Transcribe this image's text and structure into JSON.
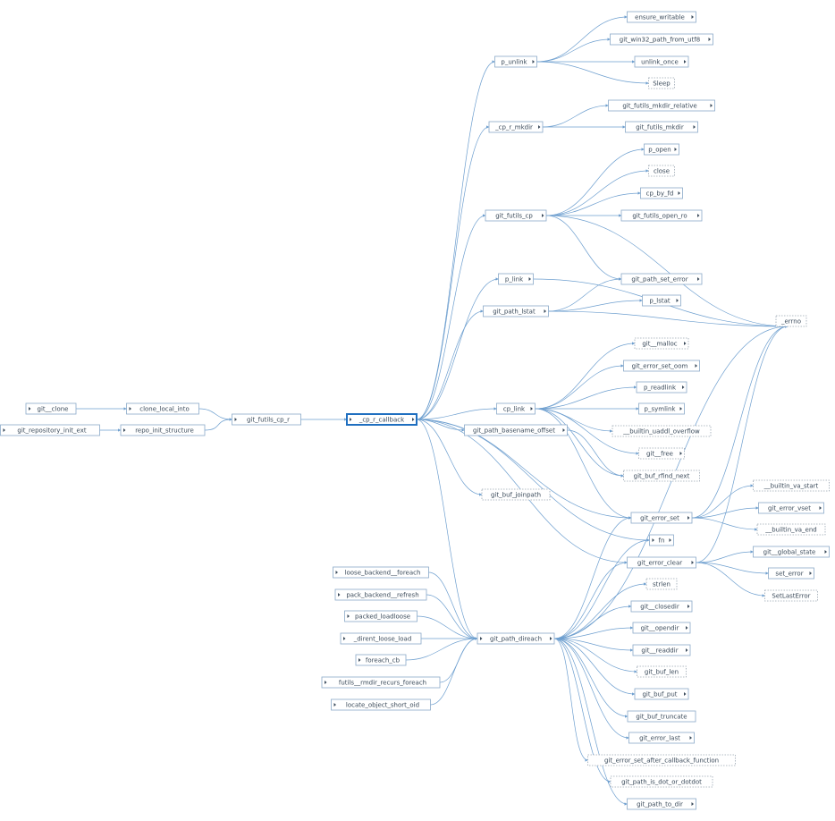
{
  "graph": {
    "focus_node": "_cp_r_callback",
    "colors": {
      "edge": "#6e9fcf",
      "node_border": "#8aa9c8",
      "focus_border": "#1f6fc0",
      "text": "#3a4a5a"
    },
    "nodes": [
      {
        "id": "git_clone",
        "label": "git__clone",
        "arrow": "left",
        "style": "solid"
      },
      {
        "id": "git_repository_init_ext",
        "label": "git_repository_init_ext",
        "arrow": "left",
        "style": "solid"
      },
      {
        "id": "clone_local_into",
        "label": "clone_local_into",
        "arrow": "left",
        "style": "solid"
      },
      {
        "id": "repo_init_structure",
        "label": "repo_init_structure",
        "arrow": "left",
        "style": "solid"
      },
      {
        "id": "git_futils_cp_r",
        "label": "git_futils_cp_r",
        "arrow": "left",
        "style": "solid"
      },
      {
        "id": "_cp_r_callback",
        "label": "_cp_r_callback",
        "arrow": "both",
        "style": "focus"
      },
      {
        "id": "p_unlink",
        "label": "p_unlink",
        "arrow": "right",
        "style": "solid"
      },
      {
        "id": "_cp_r_mkdir",
        "label": "_cp_r_mkdir",
        "arrow": "right",
        "style": "solid"
      },
      {
        "id": "git_futils_cp",
        "label": "git_futils_cp",
        "arrow": "right",
        "style": "solid"
      },
      {
        "id": "p_link",
        "label": "p_link",
        "arrow": "right",
        "style": "solid"
      },
      {
        "id": "git_path_lstat",
        "label": "git_path_lstat",
        "arrow": "right",
        "style": "solid"
      },
      {
        "id": "cp_link",
        "label": "cp_link",
        "arrow": "right",
        "style": "solid"
      },
      {
        "id": "git_path_basename_offset",
        "label": "git_path_basename_offset",
        "arrow": "right",
        "style": "solid"
      },
      {
        "id": "git_buf_joinpath",
        "label": "git_buf_joinpath",
        "arrow": "none",
        "style": "dashed"
      },
      {
        "id": "git_path_direach",
        "label": "git_path_direach",
        "arrow": "both",
        "style": "solid"
      },
      {
        "id": "loose_backend_foreach",
        "label": "loose_backend__foreach",
        "arrow": "left",
        "style": "solid"
      },
      {
        "id": "pack_backend_refresh",
        "label": "pack_backend__refresh",
        "arrow": "left",
        "style": "solid"
      },
      {
        "id": "packed_loadloose",
        "label": "packed_loadloose",
        "arrow": "left",
        "style": "solid"
      },
      {
        "id": "_dirent_loose_load",
        "label": "_dirent_loose_load",
        "arrow": "left",
        "style": "solid"
      },
      {
        "id": "foreach_cb",
        "label": "foreach_cb",
        "arrow": "left",
        "style": "solid"
      },
      {
        "id": "futils_rmdir_recurs_foreach",
        "label": "futils__rmdir_recurs_foreach",
        "arrow": "left",
        "style": "solid"
      },
      {
        "id": "locate_object_short_oid",
        "label": "locate_object_short_oid",
        "arrow": "left",
        "style": "solid"
      },
      {
        "id": "ensure_writable",
        "label": "ensure_writable",
        "arrow": "right",
        "style": "solid"
      },
      {
        "id": "git_win32_path_from_utf8",
        "label": "git_win32_path_from_utf8",
        "arrow": "right",
        "style": "solid"
      },
      {
        "id": "unlink_once",
        "label": "unlink_once",
        "arrow": "right",
        "style": "solid"
      },
      {
        "id": "Sleep",
        "label": "Sleep",
        "arrow": "none",
        "style": "dashed"
      },
      {
        "id": "git_futils_mkdir_relative",
        "label": "git_futils_mkdir_relative",
        "arrow": "right",
        "style": "solid"
      },
      {
        "id": "git_futils_mkdir",
        "label": "git_futils_mkdir",
        "arrow": "right",
        "style": "solid"
      },
      {
        "id": "p_open",
        "label": "p_open",
        "arrow": "right",
        "style": "solid"
      },
      {
        "id": "close",
        "label": "close",
        "arrow": "none",
        "style": "dashed"
      },
      {
        "id": "cp_by_fd",
        "label": "cp_by_fd",
        "arrow": "right",
        "style": "solid"
      },
      {
        "id": "git_futils_open_ro",
        "label": "git_futils_open_ro",
        "arrow": "right",
        "style": "solid"
      },
      {
        "id": "git_path_set_error",
        "label": "git_path_set_error",
        "arrow": "right",
        "style": "solid"
      },
      {
        "id": "p_lstat",
        "label": "p_lstat",
        "arrow": "right",
        "style": "solid"
      },
      {
        "id": "errno",
        "label": "_errno",
        "arrow": "none",
        "style": "dashed"
      },
      {
        "id": "git_malloc",
        "label": "git__malloc",
        "arrow": "right",
        "style": "dashed"
      },
      {
        "id": "git_error_set_oom",
        "label": "git_error_set_oom",
        "arrow": "right",
        "style": "solid"
      },
      {
        "id": "p_readlink",
        "label": "p_readlink",
        "arrow": "right",
        "style": "solid"
      },
      {
        "id": "p_symlink",
        "label": "p_symlink",
        "arrow": "right",
        "style": "solid"
      },
      {
        "id": "builtin_uaddl_overflow",
        "label": "__builtin_uaddl_overflow",
        "arrow": "none",
        "style": "dashed"
      },
      {
        "id": "git_free",
        "label": "git__free",
        "arrow": "right",
        "style": "dashed"
      },
      {
        "id": "git_buf_rfind_next",
        "label": "git_buf_rfind_next",
        "arrow": "none",
        "style": "dashed"
      },
      {
        "id": "builtin_va_start",
        "label": "__builtin_va_start",
        "arrow": "none",
        "style": "dashed"
      },
      {
        "id": "git_error_set",
        "label": "git_error_set",
        "arrow": "right",
        "style": "solid"
      },
      {
        "id": "git_error_vset",
        "label": "git_error_vset",
        "arrow": "right",
        "style": "solid"
      },
      {
        "id": "builtin_va_end",
        "label": "__builtin_va_end",
        "arrow": "none",
        "style": "dashed"
      },
      {
        "id": "fn",
        "label": "fn",
        "arrow": "both",
        "style": "solid"
      },
      {
        "id": "git_global_state",
        "label": "git__global_state",
        "arrow": "right",
        "style": "solid"
      },
      {
        "id": "git_error_clear",
        "label": "git_error_clear",
        "arrow": "right",
        "style": "solid"
      },
      {
        "id": "set_error",
        "label": "set_error",
        "arrow": "right",
        "style": "solid"
      },
      {
        "id": "SetLastError",
        "label": "SetLastError",
        "arrow": "none",
        "style": "dashed"
      },
      {
        "id": "strlen",
        "label": "strlen",
        "arrow": "none",
        "style": "dashed"
      },
      {
        "id": "git_closedir",
        "label": "git__closedir",
        "arrow": "right",
        "style": "solid"
      },
      {
        "id": "git_opendir",
        "label": "git__opendir",
        "arrow": "right",
        "style": "solid"
      },
      {
        "id": "git_readdir",
        "label": "git__readdir",
        "arrow": "right",
        "style": "solid"
      },
      {
        "id": "git_buf_len",
        "label": "git_buf_len",
        "arrow": "none",
        "style": "dashed"
      },
      {
        "id": "git_buf_put",
        "label": "git_buf_put",
        "arrow": "right",
        "style": "solid"
      },
      {
        "id": "git_buf_truncate",
        "label": "git_buf_truncate",
        "arrow": "none",
        "style": "solid"
      },
      {
        "id": "git_error_last",
        "label": "git_error_last",
        "arrow": "right",
        "style": "solid"
      },
      {
        "id": "git_error_set_after_callback_function",
        "label": "git_error_set_after_callback_function",
        "arrow": "none",
        "style": "dashed"
      },
      {
        "id": "git_path_is_dot_or_dotdot",
        "label": "git_path_is_dot_or_dotdot",
        "arrow": "none",
        "style": "dashed"
      },
      {
        "id": "git_path_to_dir",
        "label": "git_path_to_dir",
        "arrow": "right",
        "style": "solid"
      }
    ],
    "edges": [
      [
        "git_clone",
        "clone_local_into"
      ],
      [
        "git_repository_init_ext",
        "repo_init_structure"
      ],
      [
        "clone_local_into",
        "git_futils_cp_r"
      ],
      [
        "repo_init_structure",
        "git_futils_cp_r"
      ],
      [
        "git_futils_cp_r",
        "_cp_r_callback"
      ],
      [
        "_cp_r_callback",
        "p_unlink"
      ],
      [
        "_cp_r_callback",
        "_cp_r_mkdir"
      ],
      [
        "_cp_r_callback",
        "git_futils_cp"
      ],
      [
        "_cp_r_callback",
        "p_link"
      ],
      [
        "_cp_r_callback",
        "git_path_lstat"
      ],
      [
        "_cp_r_callback",
        "cp_link"
      ],
      [
        "_cp_r_callback",
        "git_path_basename_offset"
      ],
      [
        "_cp_r_callback",
        "git_buf_joinpath"
      ],
      [
        "_cp_r_callback",
        "git_path_direach"
      ],
      [
        "_cp_r_callback",
        "git_error_set"
      ],
      [
        "_cp_r_callback",
        "fn"
      ],
      [
        "_cp_r_callback",
        "git_error_clear"
      ],
      [
        "p_unlink",
        "ensure_writable"
      ],
      [
        "p_unlink",
        "git_win32_path_from_utf8"
      ],
      [
        "p_unlink",
        "unlink_once"
      ],
      [
        "p_unlink",
        "Sleep"
      ],
      [
        "_cp_r_mkdir",
        "git_futils_mkdir_relative"
      ],
      [
        "_cp_r_mkdir",
        "git_futils_mkdir"
      ],
      [
        "git_futils_cp",
        "p_open"
      ],
      [
        "git_futils_cp",
        "close"
      ],
      [
        "git_futils_cp",
        "cp_by_fd"
      ],
      [
        "git_futils_cp",
        "git_futils_open_ro"
      ],
      [
        "git_futils_cp",
        "git_path_set_error"
      ],
      [
        "git_futils_cp",
        "errno"
      ],
      [
        "p_link",
        "errno"
      ],
      [
        "git_path_lstat",
        "git_path_set_error"
      ],
      [
        "git_path_lstat",
        "p_lstat"
      ],
      [
        "git_path_lstat",
        "errno"
      ],
      [
        "cp_link",
        "git_malloc"
      ],
      [
        "cp_link",
        "git_error_set_oom"
      ],
      [
        "cp_link",
        "p_readlink"
      ],
      [
        "cp_link",
        "p_symlink"
      ],
      [
        "cp_link",
        "builtin_uaddl_overflow"
      ],
      [
        "cp_link",
        "git_free"
      ],
      [
        "cp_link",
        "git_error_set"
      ],
      [
        "cp_link",
        "git_buf_rfind_next"
      ],
      [
        "git_path_basename_offset",
        "git_buf_rfind_next"
      ],
      [
        "git_error_set",
        "builtin_va_start"
      ],
      [
        "git_error_set",
        "git_error_vset"
      ],
      [
        "git_error_set",
        "builtin_va_end"
      ],
      [
        "git_error_set",
        "errno"
      ],
      [
        "git_error_clear",
        "git_global_state"
      ],
      [
        "git_error_clear",
        "set_error"
      ],
      [
        "git_error_clear",
        "SetLastError"
      ],
      [
        "git_error_clear",
        "errno"
      ],
      [
        "loose_backend_foreach",
        "git_path_direach"
      ],
      [
        "pack_backend_refresh",
        "git_path_direach"
      ],
      [
        "packed_loadloose",
        "git_path_direach"
      ],
      [
        "_dirent_loose_load",
        "git_path_direach"
      ],
      [
        "foreach_cb",
        "git_path_direach"
      ],
      [
        "futils_rmdir_recurs_foreach",
        "git_path_direach"
      ],
      [
        "locate_object_short_oid",
        "git_path_direach"
      ],
      [
        "git_path_direach",
        "git_error_set"
      ],
      [
        "git_path_direach",
        "fn"
      ],
      [
        "git_path_direach",
        "git_error_clear"
      ],
      [
        "git_path_direach",
        "strlen"
      ],
      [
        "git_path_direach",
        "git_closedir"
      ],
      [
        "git_path_direach",
        "git_opendir"
      ],
      [
        "git_path_direach",
        "git_readdir"
      ],
      [
        "git_path_direach",
        "git_buf_len"
      ],
      [
        "git_path_direach",
        "git_buf_put"
      ],
      [
        "git_path_direach",
        "git_buf_truncate"
      ],
      [
        "git_path_direach",
        "git_error_last"
      ],
      [
        "git_path_direach",
        "git_error_set_after_callback_function"
      ],
      [
        "git_path_direach",
        "git_path_is_dot_or_dotdot"
      ],
      [
        "git_path_direach",
        "git_path_to_dir"
      ],
      [
        "git_path_direach",
        "errno"
      ]
    ]
  }
}
